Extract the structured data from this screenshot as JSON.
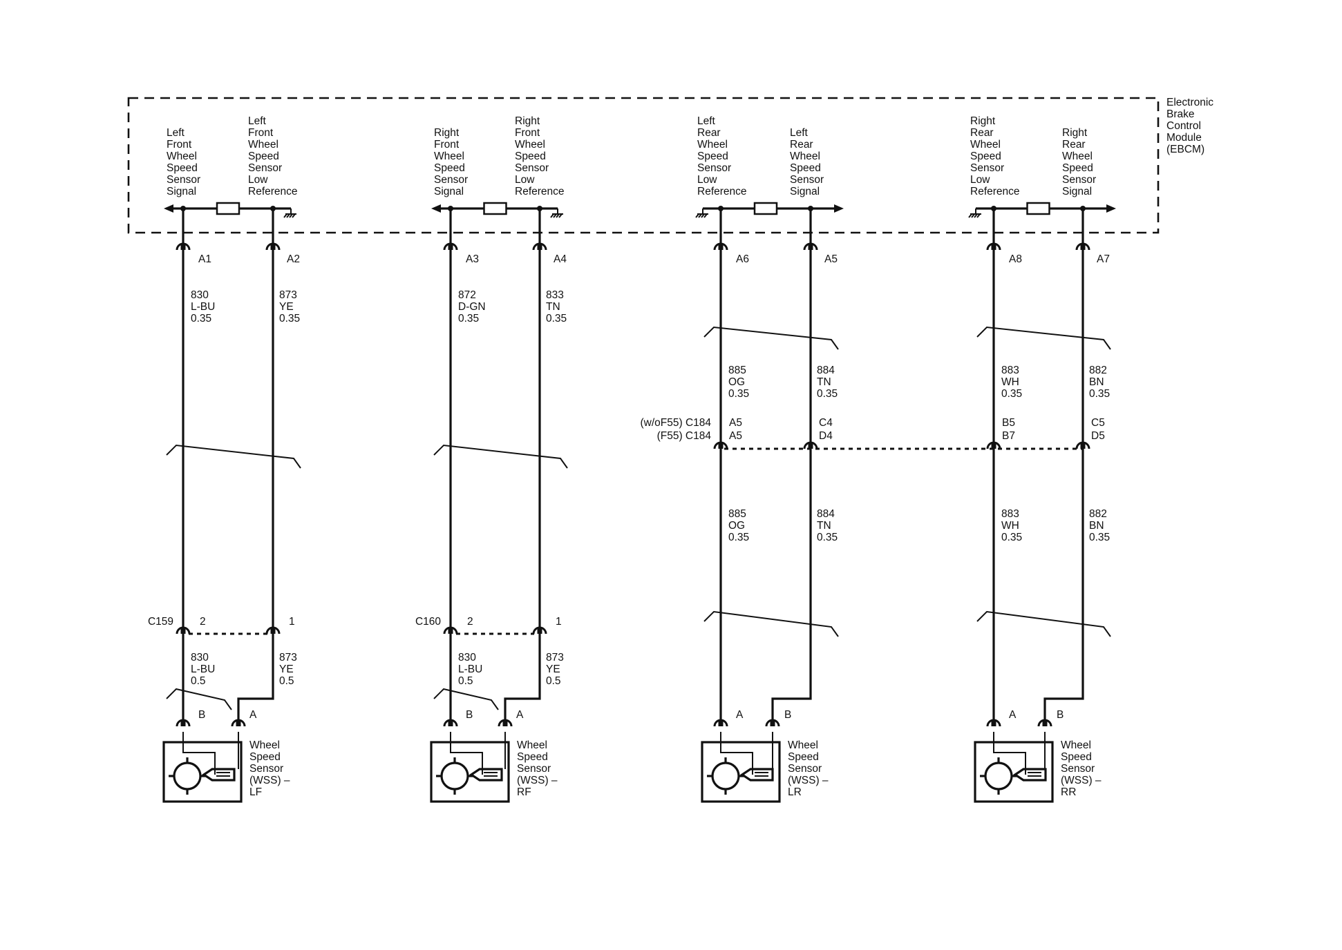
{
  "module": {
    "label_lines": [
      "Electronic",
      "Brake",
      "Control",
      "Module",
      "(EBCM)"
    ]
  },
  "circuits": [
    {
      "id": "lf",
      "signal_label": [
        "Left",
        "Front",
        "Wheel",
        "Speed",
        "Sensor",
        "Signal"
      ],
      "ref_label": [
        "Left",
        "Front",
        "Wheel",
        "Speed",
        "Sensor",
        "Low",
        "Reference"
      ],
      "signal_pin": "A1",
      "ref_pin": "A2",
      "signal_wire_upper": [
        "830",
        "L-BU",
        "0.35"
      ],
      "ref_wire_upper": [
        "873",
        "YE",
        "0.35"
      ],
      "connector": "C159",
      "signal_conn_pin": "2",
      "ref_conn_pin": "1",
      "signal_wire_lower": [
        "830",
        "L-BU",
        "0.5"
      ],
      "ref_wire_lower": [
        "873",
        "YE",
        "0.5"
      ],
      "sensor_pin_signal": "B",
      "sensor_pin_ref": "A",
      "sensor_label": [
        "Wheel",
        "Speed",
        "Sensor",
        "(WSS) –",
        "LF"
      ]
    },
    {
      "id": "rf",
      "signal_label": [
        "Right",
        "Front",
        "Wheel",
        "Speed",
        "Sensor",
        "Signal"
      ],
      "ref_label": [
        "Right",
        "Front",
        "Wheel",
        "Speed",
        "Sensor",
        "Low",
        "Reference"
      ],
      "signal_pin": "A3",
      "ref_pin": "A4",
      "signal_wire_upper": [
        "872",
        "D-GN",
        "0.35"
      ],
      "ref_wire_upper": [
        "833",
        "TN",
        "0.35"
      ],
      "connector": "C160",
      "signal_conn_pin": "2",
      "ref_conn_pin": "1",
      "signal_wire_lower": [
        "830",
        "L-BU",
        "0.5"
      ],
      "ref_wire_lower": [
        "873",
        "YE",
        "0.5"
      ],
      "sensor_pin_signal": "B",
      "sensor_pin_ref": "A",
      "sensor_label": [
        "Wheel",
        "Speed",
        "Sensor",
        "(WSS) –",
        "RF"
      ]
    },
    {
      "id": "lr",
      "ref_label": [
        "Left",
        "Rear",
        "Wheel",
        "Speed",
        "Sensor",
        "Low",
        "Reference"
      ],
      "signal_label": [
        "Left",
        "Rear",
        "Wheel",
        "Speed",
        "Sensor",
        "Signal"
      ],
      "ref_pin": "A6",
      "signal_pin": "A5",
      "ref_wire_upper": [
        "885",
        "OG",
        "0.35"
      ],
      "signal_wire_upper": [
        "884",
        "TN",
        "0.35"
      ],
      "ref_conn_pins": [
        "A5",
        "A5"
      ],
      "signal_conn_pins": [
        "C4",
        "D4"
      ],
      "ref_wire_lower": [
        "885",
        "OG",
        "0.35"
      ],
      "signal_wire_lower": [
        "884",
        "TN",
        "0.35"
      ],
      "sensor_pin_ref": "A",
      "sensor_pin_signal": "B",
      "sensor_label": [
        "Wheel",
        "Speed",
        "Sensor",
        "(WSS) –",
        "LR"
      ]
    },
    {
      "id": "rr",
      "ref_label": [
        "Right",
        "Rear",
        "Wheel",
        "Speed",
        "Sensor",
        "Low",
        "Reference"
      ],
      "signal_label": [
        "Right",
        "Rear",
        "Wheel",
        "Speed",
        "Sensor",
        "Signal"
      ],
      "ref_pin": "A8",
      "signal_pin": "A7",
      "ref_wire_upper": [
        "883",
        "WH",
        "0.35"
      ],
      "signal_wire_upper": [
        "882",
        "BN",
        "0.35"
      ],
      "ref_conn_pins": [
        "B5",
        "B7"
      ],
      "signal_conn_pins": [
        "C5",
        "D5"
      ],
      "ref_wire_lower": [
        "883",
        "WH",
        "0.35"
      ],
      "signal_wire_lower": [
        "882",
        "BN",
        "0.35"
      ],
      "sensor_pin_ref": "A",
      "sensor_pin_signal": "B",
      "sensor_label": [
        "Wheel",
        "Speed",
        "Sensor",
        "(WSS) –",
        "RR"
      ]
    }
  ],
  "c184": {
    "line1": "(w/oF55) C184",
    "line2": "(F55) C184"
  }
}
